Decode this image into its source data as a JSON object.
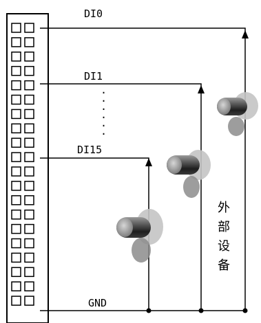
{
  "labels": {
    "di0": "DI0",
    "di1": "DI1",
    "di15": "DI15",
    "gnd": "GND",
    "ellipsis": "·",
    "external_device": [
      "外",
      "部",
      "设",
      "备"
    ]
  },
  "connector": {
    "rows": 20,
    "cols": 2
  },
  "colors": {
    "line": "#000000",
    "switch_dark": "#2a2a2a",
    "switch_mid": "#6a6a6a",
    "switch_light": "#bdbdbd"
  }
}
